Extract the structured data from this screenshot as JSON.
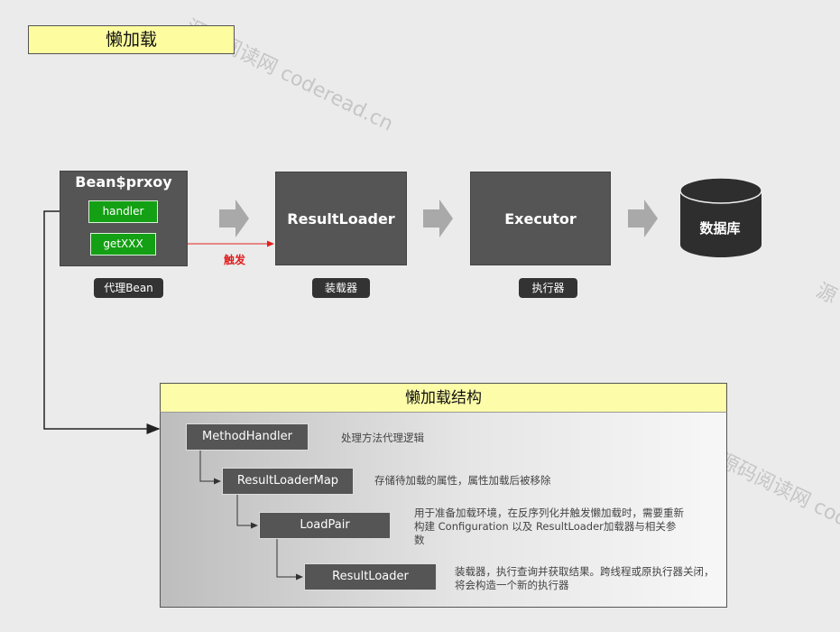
{
  "title": "懒加载",
  "watermark": [
    "源码阅读网 coderead.cn",
    "源码阅读网 code",
    "源"
  ],
  "proxy": {
    "title": "Bean$prxoy",
    "handler_label": "handler",
    "getxxx_label": "getXXX",
    "caption": "代理Bean"
  },
  "trigger_label": "触发",
  "result_loader": {
    "label": "ResultLoader",
    "caption": "装载器"
  },
  "executor": {
    "label": "Executor",
    "caption": "执行器"
  },
  "database": {
    "label": "数据库"
  },
  "structure": {
    "title": "懒加载结构",
    "nodes": [
      {
        "label": "MethodHandler",
        "desc": "处理方法代理逻辑"
      },
      {
        "label": "ResultLoaderMap",
        "desc": "存储待加载的属性，属性加载后被移除"
      },
      {
        "label": "LoadPair",
        "desc": "用于准备加载环境，在反序列化并触发懒加载时，需要重新构建 Configuration 以及 ResultLoader加载器与相关参数"
      },
      {
        "label": "ResultLoader",
        "desc": "装载器，执行查询并获取结果。跨线程或原执行器关闭，将会构造一个新的执行器"
      }
    ]
  },
  "colors": {
    "box": "#555555",
    "title_bg": "#fdfc9f",
    "green": "#14a014",
    "trigger": "#e02020"
  }
}
